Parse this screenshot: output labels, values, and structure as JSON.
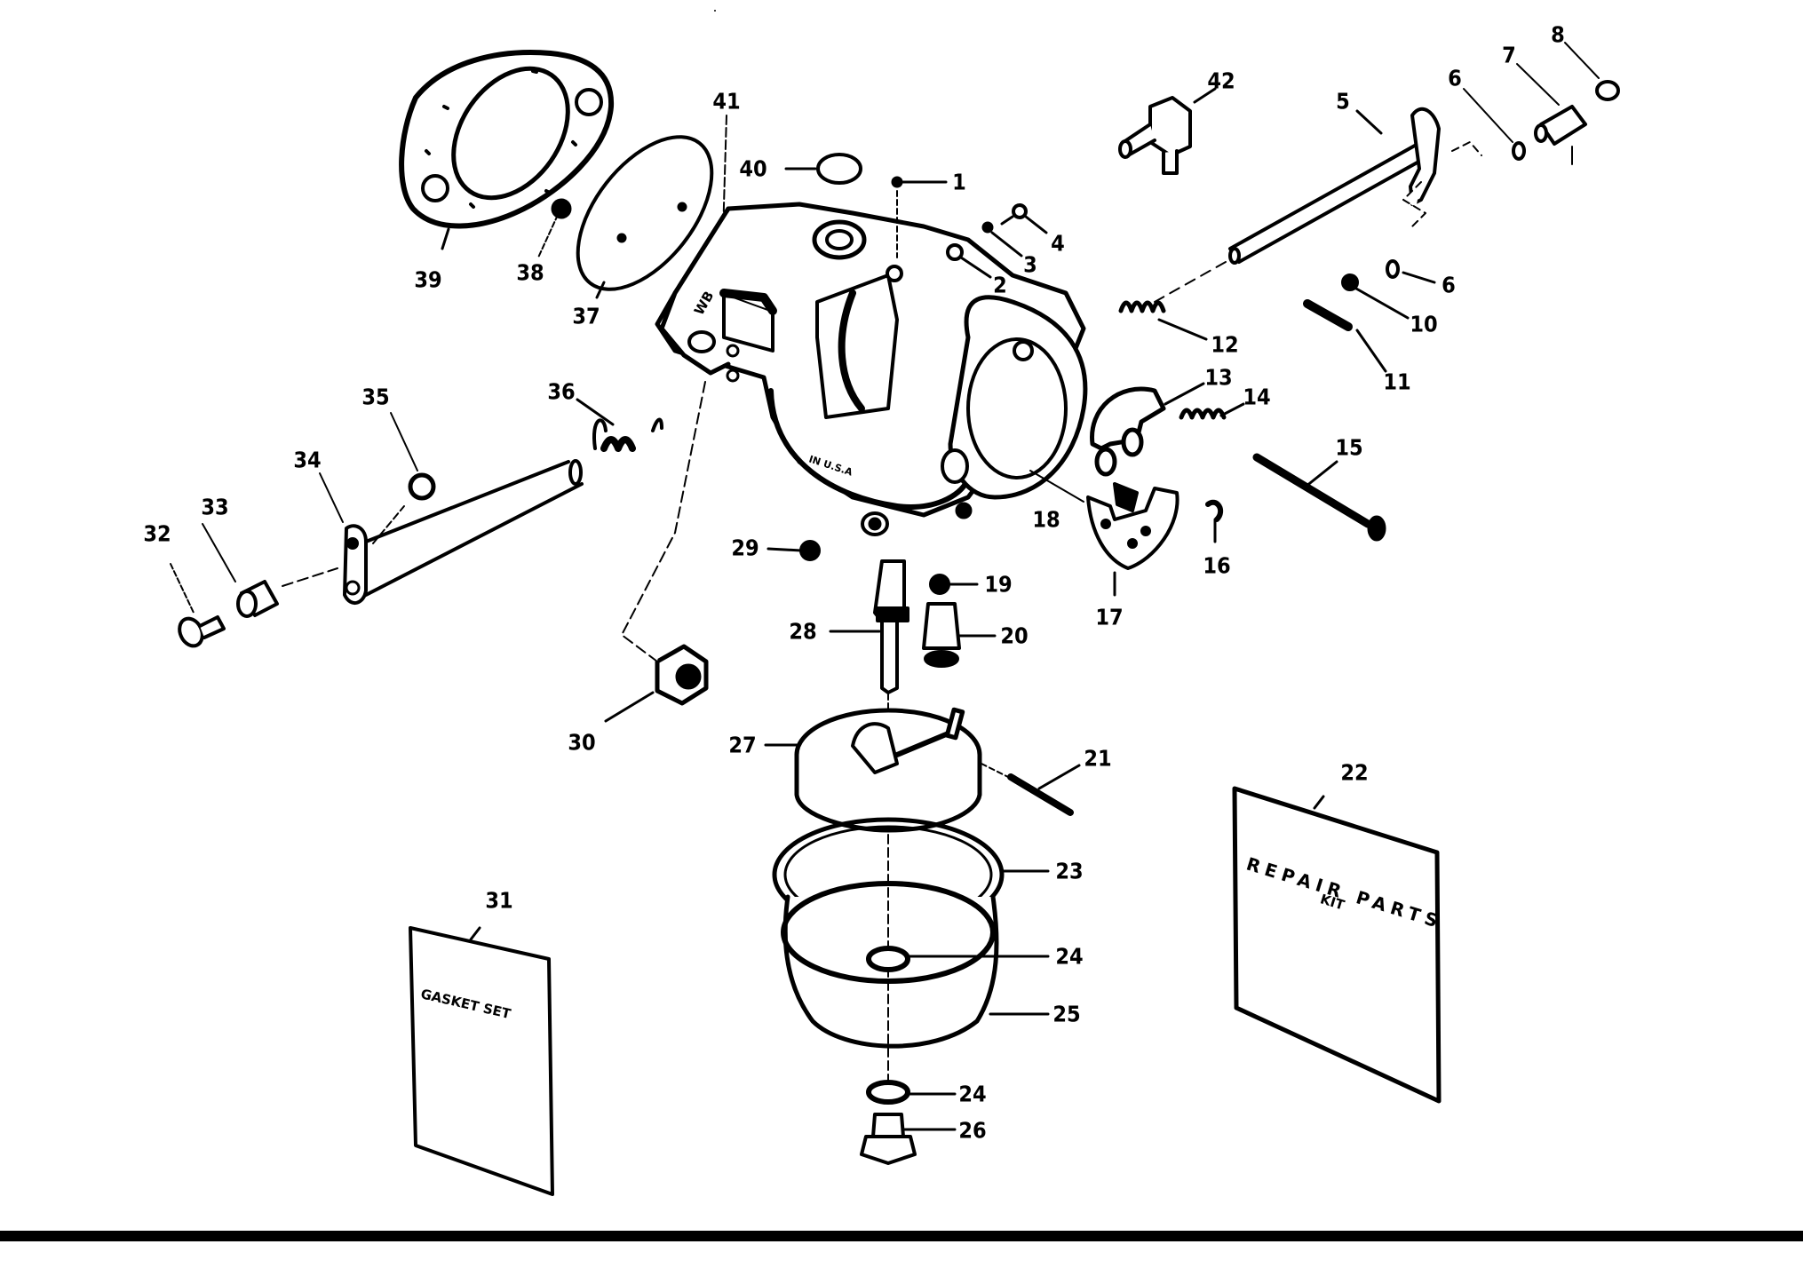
{
  "diagram": {
    "title": "Carburetor exploded parts diagram",
    "body_markings": {
      "side_text": "WB",
      "bowl_text_line": "IN U.S.A"
    },
    "cards": {
      "gasket_set": {
        "part": "31",
        "text": "GASKET SET"
      },
      "repair_kit": {
        "part": "22",
        "line1": "REPAIR PARTS",
        "line2": "KIT"
      }
    },
    "parts": [
      {
        "id": "1",
        "name": "screw"
      },
      {
        "id": "2",
        "name": "washer"
      },
      {
        "id": "3",
        "name": "screw"
      },
      {
        "id": "4",
        "name": "screw"
      },
      {
        "id": "5",
        "name": "choke-shaft-lever"
      },
      {
        "id": "6",
        "name": "o-ring"
      },
      {
        "id": "6",
        "name": "o-ring-lower"
      },
      {
        "id": "7",
        "name": "fitting"
      },
      {
        "id": "8",
        "name": "screw"
      },
      {
        "id": "10",
        "name": "washer"
      },
      {
        "id": "11",
        "name": "pin"
      },
      {
        "id": "12",
        "name": "spring"
      },
      {
        "id": "13",
        "name": "choke-plate"
      },
      {
        "id": "14",
        "name": "spring"
      },
      {
        "id": "15",
        "name": "needle-valve"
      },
      {
        "id": "16",
        "name": "screw"
      },
      {
        "id": "17",
        "name": "plate"
      },
      {
        "id": "18",
        "name": "body-port"
      },
      {
        "id": "19",
        "name": "gasket"
      },
      {
        "id": "20",
        "name": "inlet-needle-seat"
      },
      {
        "id": "21",
        "name": "float-pin"
      },
      {
        "id": "22",
        "name": "repair-parts-kit"
      },
      {
        "id": "23",
        "name": "bowl-gasket"
      },
      {
        "id": "24",
        "name": "washer"
      },
      {
        "id": "24",
        "name": "washer-lower"
      },
      {
        "id": "25",
        "name": "float-bowl"
      },
      {
        "id": "26",
        "name": "drain-plug"
      },
      {
        "id": "27",
        "name": "float"
      },
      {
        "id": "28",
        "name": "nozzle"
      },
      {
        "id": "29",
        "name": "screw"
      },
      {
        "id": "30",
        "name": "nut"
      },
      {
        "id": "31",
        "name": "gasket-set"
      },
      {
        "id": "32",
        "name": "screw"
      },
      {
        "id": "33",
        "name": "stop-collar"
      },
      {
        "id": "34",
        "name": "throttle-shaft-lever"
      },
      {
        "id": "35",
        "name": "bushing"
      },
      {
        "id": "36",
        "name": "spring"
      },
      {
        "id": "37",
        "name": "throttle-plate"
      },
      {
        "id": "38",
        "name": "screw"
      },
      {
        "id": "39",
        "name": "mounting-gasket"
      },
      {
        "id": "40",
        "name": "welch-plug"
      },
      {
        "id": "41",
        "name": "carburetor-body"
      },
      {
        "id": "42",
        "name": "fuel-fitting-elbow"
      }
    ]
  }
}
